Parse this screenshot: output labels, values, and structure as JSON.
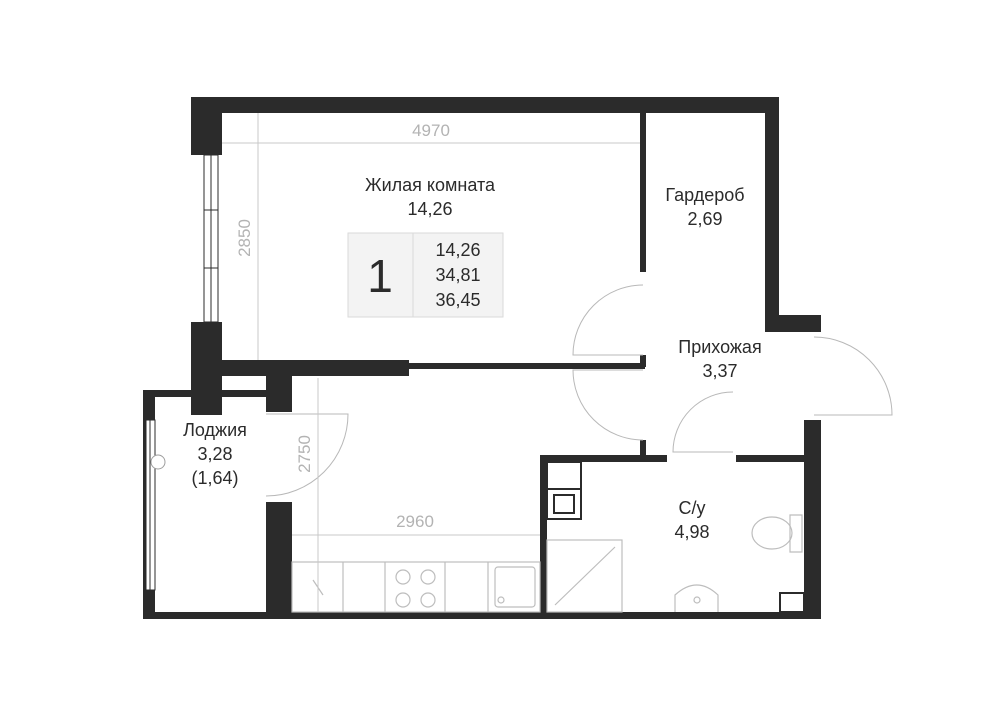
{
  "plan": {
    "rooms": {
      "living": {
        "name": "Жилая комната",
        "area": "14,26"
      },
      "wardrobe": {
        "name": "Гардероб",
        "area": "2,69"
      },
      "hallway": {
        "name": "Прихожая",
        "area": "3,37"
      },
      "loggia": {
        "name": "Лоджия",
        "area": "3,28",
        "area_reduced": "(1,64)"
      },
      "bathroom": {
        "name": "С/у",
        "area": "4,98"
      }
    },
    "dimensions": {
      "living_width": "4970",
      "living_depth": "2850",
      "kitchen_depth": "2750",
      "kitchen_width": "2960"
    },
    "summary": {
      "rooms_count": "1",
      "living_area": "14,26",
      "total_area": "34,81",
      "total_with_loggia": "36,45"
    }
  },
  "colors": {
    "wall": "#2b2b2b",
    "dimension": "#b3b3b3",
    "box": "#f3f3f3"
  }
}
